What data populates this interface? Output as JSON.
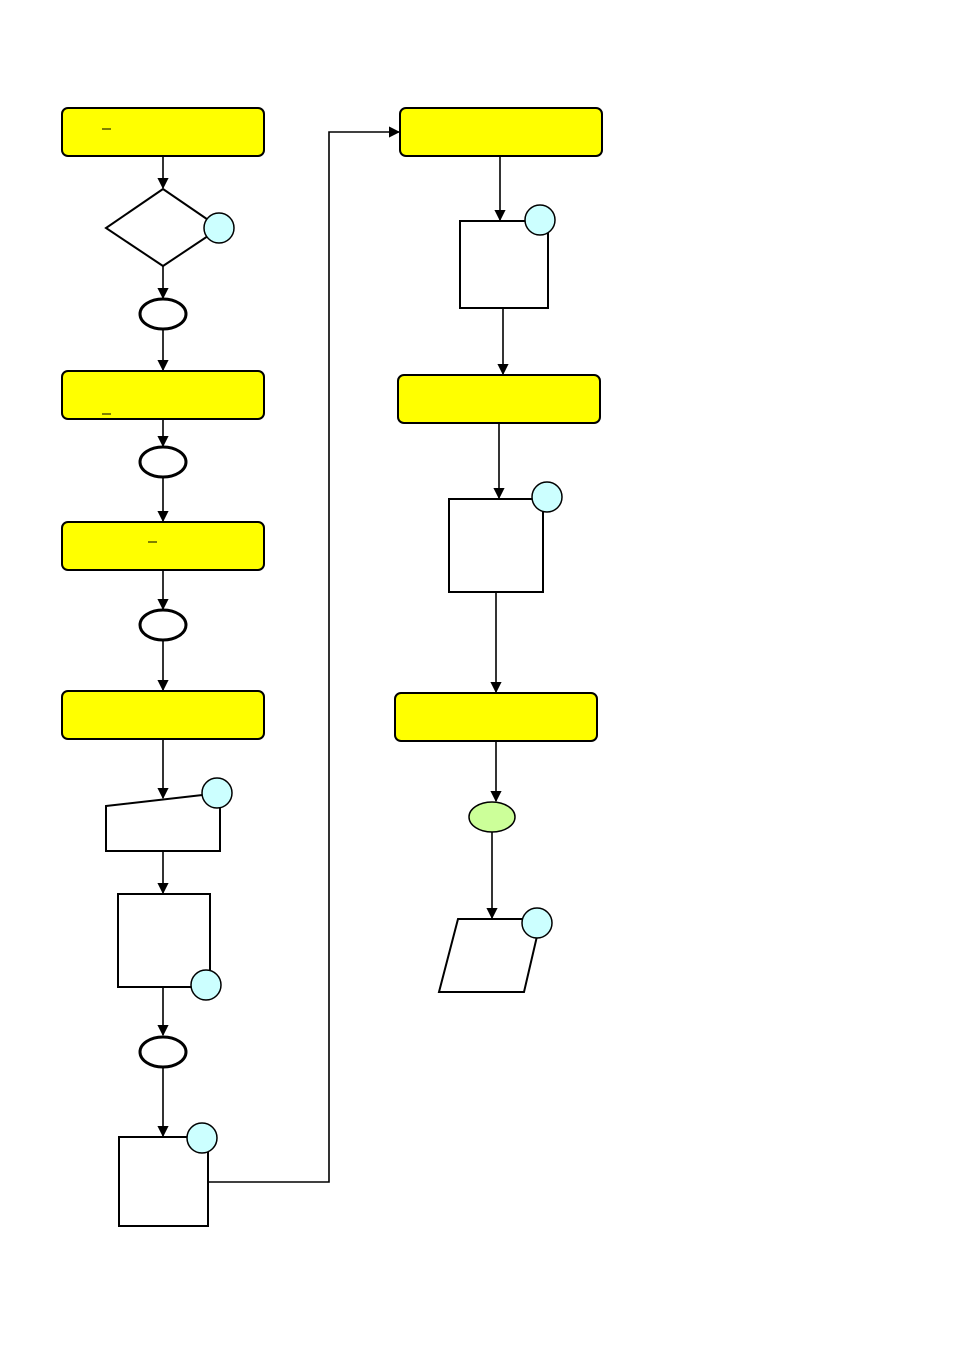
{
  "colors": {
    "process_fill": "#ffff00",
    "marker_fill": "#ccffff",
    "terminal_fill": "#ccff99",
    "stroke": "#000000",
    "background": "#ffffff"
  },
  "steps": {
    "left": [
      {
        "kind": "process",
        "label": ""
      },
      {
        "kind": "decision",
        "label": ""
      },
      {
        "kind": "connector",
        "label": ""
      },
      {
        "kind": "process",
        "label": ""
      },
      {
        "kind": "connector",
        "label": ""
      },
      {
        "kind": "process",
        "label": ""
      },
      {
        "kind": "connector",
        "label": ""
      },
      {
        "kind": "process",
        "label": ""
      },
      {
        "kind": "manual-input",
        "label": ""
      },
      {
        "kind": "box",
        "label": ""
      },
      {
        "kind": "connector",
        "label": ""
      },
      {
        "kind": "box",
        "label": ""
      }
    ],
    "right": [
      {
        "kind": "process",
        "label": ""
      },
      {
        "kind": "box",
        "label": ""
      },
      {
        "kind": "process",
        "label": ""
      },
      {
        "kind": "box",
        "label": ""
      },
      {
        "kind": "process",
        "label": ""
      },
      {
        "kind": "terminal",
        "label": ""
      },
      {
        "kind": "data",
        "label": ""
      }
    ]
  }
}
